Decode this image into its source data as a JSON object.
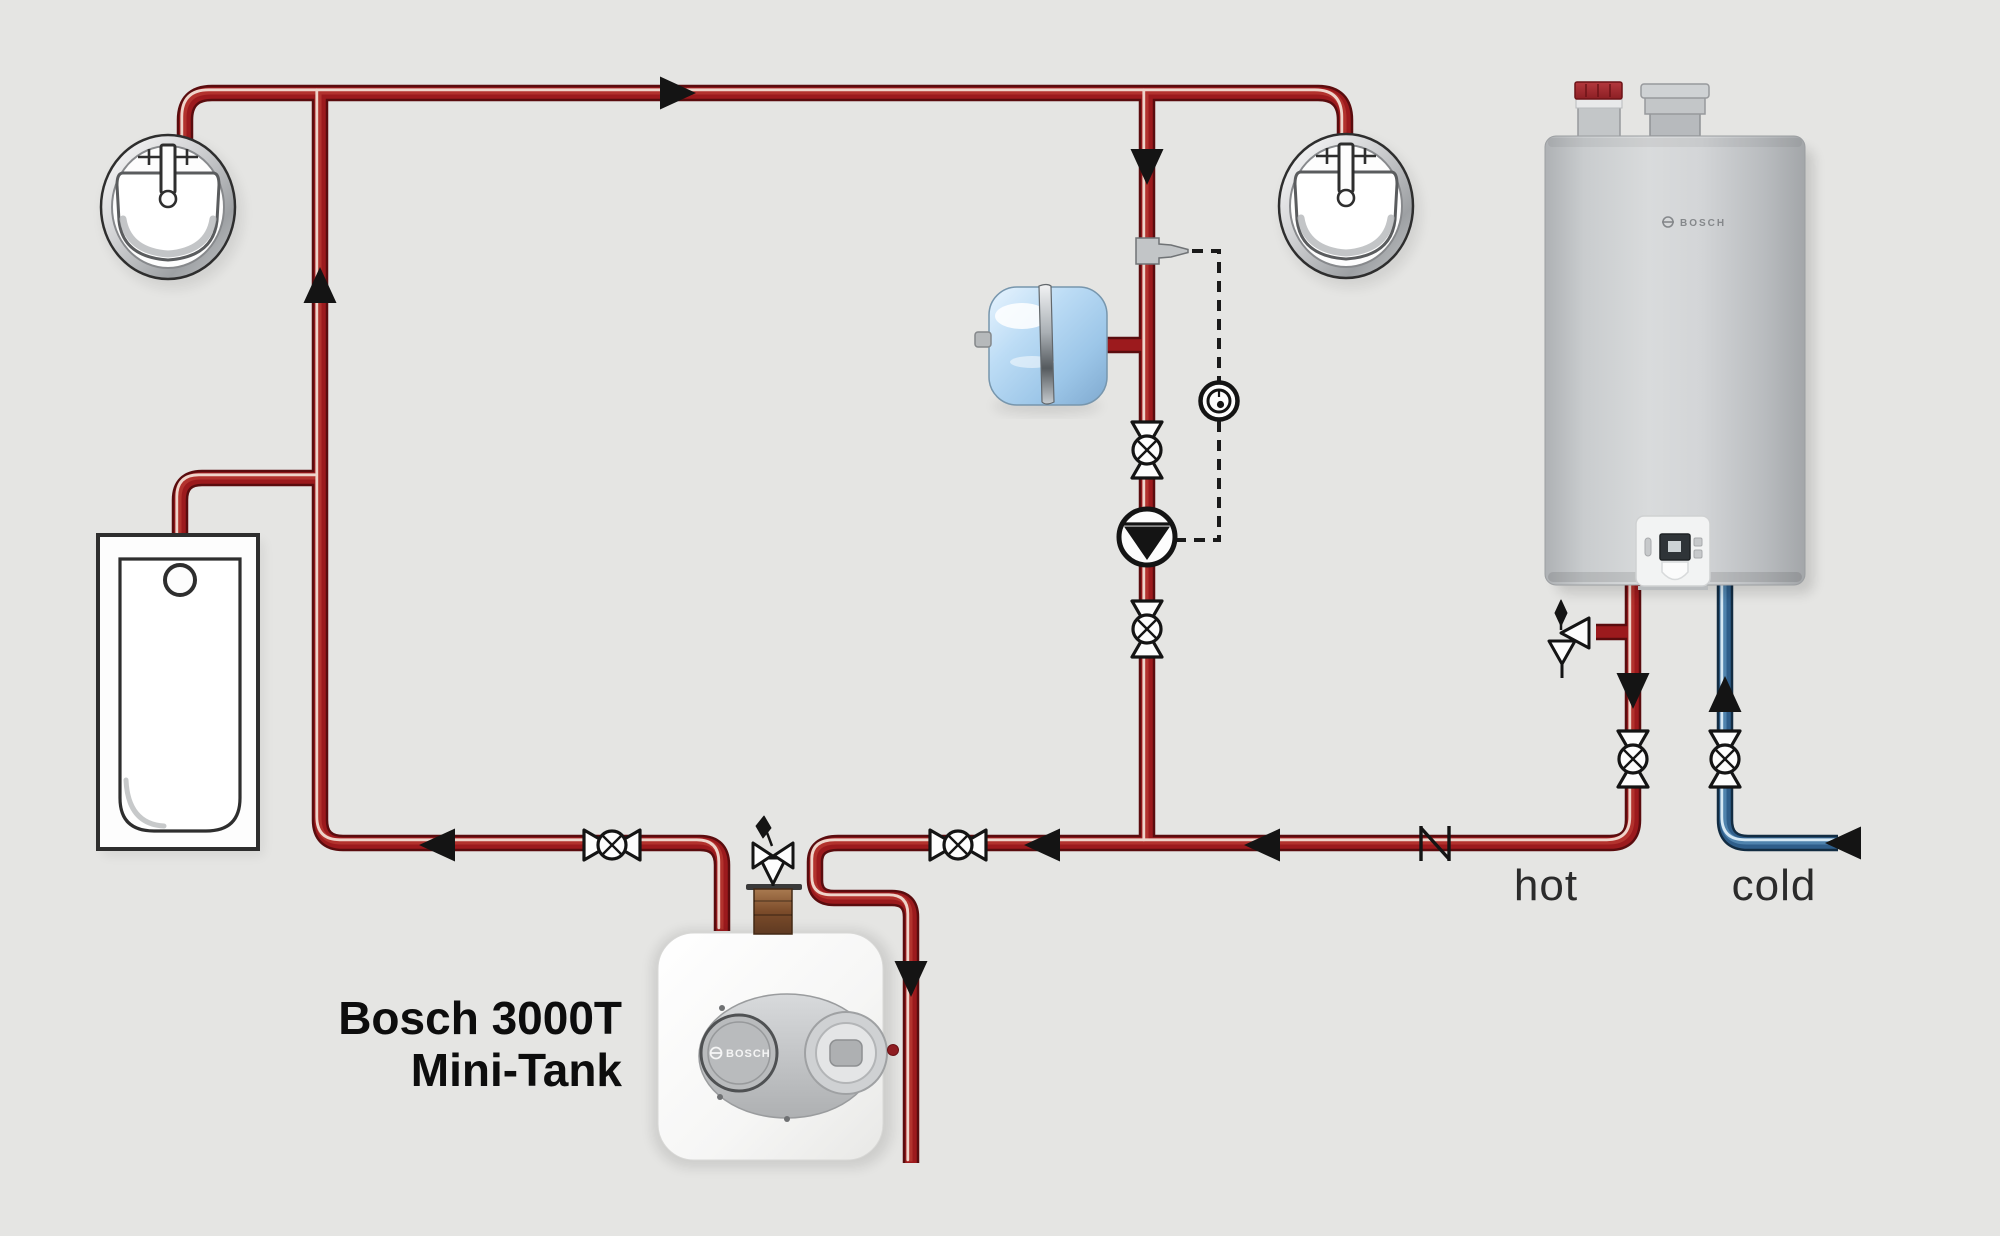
{
  "diagram_title": "Bosch tankless water heater recirculation loop with mini-tank",
  "labels": {
    "hot": "hot",
    "cold": "cold",
    "minitank_line1": "Bosch 3000T",
    "minitank_line2": "Mini-Tank",
    "heater_logo": "BOSCH",
    "minitank_logo": "BOSCH"
  },
  "colors": {
    "background": "#e4e4e2",
    "hot_pipe_mid": "#9c1a1d",
    "hot_pipe_dark": "#5a0c0e",
    "hot_pipe_highlight": "#f2ddd3",
    "cold_pipe_mid": "#2f5e8a",
    "cold_pipe_dark": "#122c42",
    "cold_pipe_highlight": "#dcedf8",
    "symbol_black": "#141414",
    "symbol_fill": "#fdfdfd",
    "expansion_tank_blue": "#9cc6e8",
    "brass_fitting": "#8a5a36",
    "heater_body_gray": "#c9ccce",
    "label_text": "#2b2b2b"
  },
  "icons": {
    "sink": "round drop-in lavatory sink (top view)",
    "bathtub": "bathtub (top view)",
    "tankless-heater": "wall-hung tankless water heater",
    "mini-tank": "point-of-use mini-tank electric heater",
    "expansion-tank": "blue potable expansion tank",
    "pump": "circulator pump (circle with solid triangle)",
    "gate-valve": "shutoff valve (bowtie with crossed circle)",
    "relief-valve": "temperature & pressure relief valve",
    "flow-arrow": "solid black flow-direction arrow",
    "pipe-union": "pipe union (N mark)",
    "aquastat-sensor": "strap-on aquastat sensor with dashed control wiring",
    "thermostat-gauge": "round aquastat control"
  }
}
